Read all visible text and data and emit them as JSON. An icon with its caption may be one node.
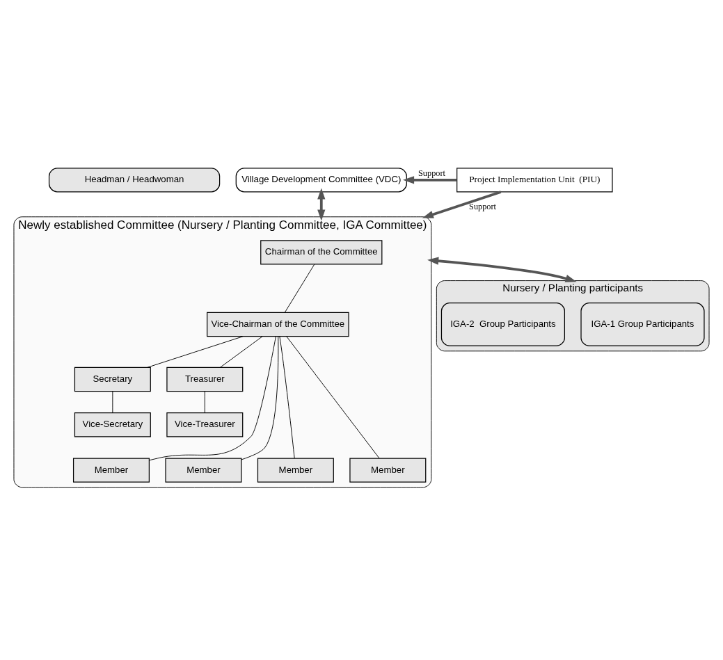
{
  "diagram": {
    "nodes": [
      {
        "text": [
          "Headman / Headwoman"
        ]
      },
      {
        "text": [
          "Village Development Committee (VDC)"
        ]
      },
      {
        "text": [
          "Newly established Committee (Nursery / Planting Committee, IGA Committee)"
        ]
      },
      {
        "text": [
          "Chairman of the Committee"
        ],
        "in": 2
      },
      {
        "text": [
          "Vice-Chairman of the Committee"
        ],
        "in": 2
      },
      {
        "text": [
          "Secretary"
        ],
        "in": 2
      },
      {
        "text": [
          "Treasurer"
        ],
        "in": 2
      },
      {
        "text": [
          "Vice-Secretary"
        ],
        "in": 2
      },
      {
        "text": [
          "Vice-Treasurer"
        ],
        "in": 2
      },
      {
        "text": [
          "Member"
        ],
        "in": 2
      },
      {
        "text": [
          "Member"
        ],
        "in": 2
      },
      {
        "text": [
          "Member"
        ],
        "in": 2
      },
      {
        "text": [
          "Member"
        ],
        "in": 2
      },
      {
        "text": [
          "Nursery / Planting participants"
        ]
      },
      {
        "text": [
          "IGA-1 Group Participants"
        ],
        "in": 13
      },
      {
        "text": [
          "IGA-2  Group Participants"
        ],
        "in": 13
      },
      {
        "text": [
          "Project Implementation Unit  (PIU)"
        ]
      }
    ],
    "edges": [
      {
        "from": 1,
        "to": 2,
        "arrow": "both",
        "style": "thick"
      },
      {
        "from": 3,
        "to": 4,
        "arrow": "none"
      },
      {
        "from": 4,
        "to": 5,
        "arrow": "none"
      },
      {
        "from": 4,
        "to": 6,
        "arrow": "none"
      },
      {
        "from": 5,
        "to": 7,
        "arrow": "none"
      },
      {
        "from": 6,
        "to": 8,
        "arrow": "none"
      },
      {
        "from": 4,
        "to": 9,
        "arrow": "none"
      },
      {
        "from": 4,
        "to": 10,
        "arrow": "none"
      },
      {
        "from": 4,
        "to": 11,
        "arrow": "none"
      },
      {
        "from": 4,
        "to": 12,
        "arrow": "none"
      },
      {
        "from": 2,
        "to": 13,
        "arrow": "both",
        "style": "thick"
      },
      {
        "from": 16,
        "to": 1,
        "arrow": "to",
        "label": "Support",
        "style": "thick"
      },
      {
        "from": 16,
        "to": 2,
        "arrow": "to",
        "label": "Support",
        "style": "thick"
      }
    ]
  }
}
